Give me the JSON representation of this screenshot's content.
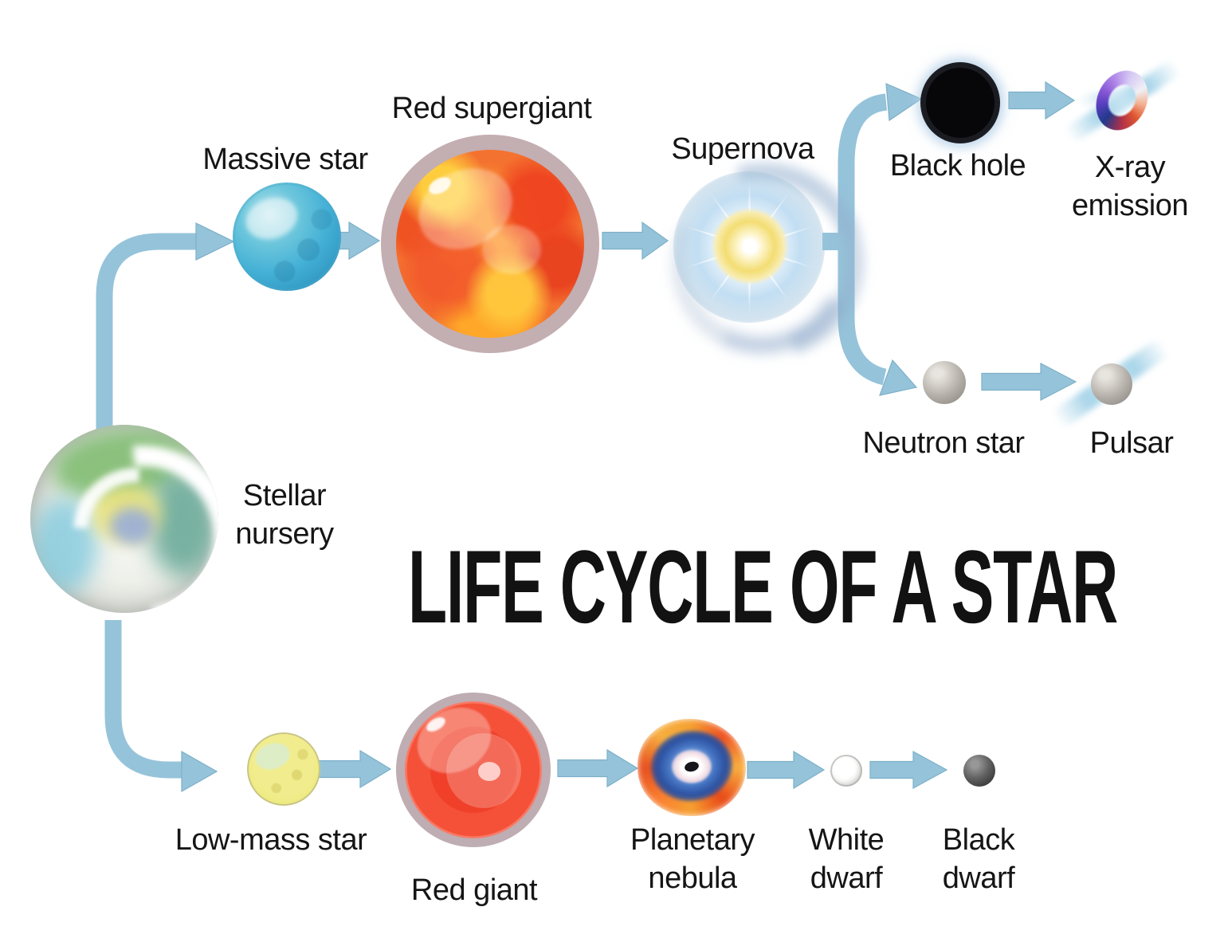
{
  "title": "LIFE CYCLE OF A STAR",
  "labels": {
    "massive_star": "Massive star",
    "red_supergiant": "Red supergiant",
    "supernova": "Supernova",
    "black_hole": "Black hole",
    "xray_line1": "X-ray",
    "xray_line2": "emission",
    "neutron_star": "Neutron star",
    "pulsar": "Pulsar",
    "stellar_line1": "Stellar",
    "stellar_line2": "nursery",
    "low_mass_star": "Low-mass star",
    "red_giant": "Red giant",
    "planetary_line1": "Planetary",
    "planetary_line2": "nebula",
    "white_dwarf_line1": "White",
    "white_dwarf_line2": "dwarf",
    "black_dwarf_line1": "Black",
    "black_dwarf_line2": "dwarf"
  },
  "flows": {
    "high_mass_path": [
      "Stellar nursery",
      "Massive star",
      "Red supergiant",
      "Supernova",
      "Black hole",
      "X-ray emission"
    ],
    "high_mass_alternate": [
      "Supernova",
      "Neutron star",
      "Pulsar"
    ],
    "low_mass_path": [
      "Stellar nursery",
      "Low-mass star",
      "Red giant",
      "Planetary nebula",
      "White dwarf",
      "Black dwarf"
    ]
  },
  "colors": {
    "arrow": "#95c3da",
    "arrow-edge": "#7cb0c8",
    "label-text": "#151515",
    "title-text": "#121212",
    "massive-star": "#45b1d6",
    "red-supergiant": "#f4722f",
    "supergiant-rim": "#c3aeb2",
    "supernova-core": "#f3dd72",
    "supernova-glow": "#c2def2",
    "stellar-green": "#79b96a",
    "stellar-teal": "#5aa18f",
    "low-mass-star": "#ece878",
    "red-giant": "#f0402a",
    "nebula-orange": "#f6a030",
    "nebula-blue": "#4a7ac8",
    "white-dwarf": "#efefed",
    "black-dwarf": "#3a3a3a",
    "neutron-star": "#b3aea8",
    "black-hole": "#070709",
    "xray-purple": "#8a5ad8",
    "jet-blue": "#a9d5e9"
  }
}
